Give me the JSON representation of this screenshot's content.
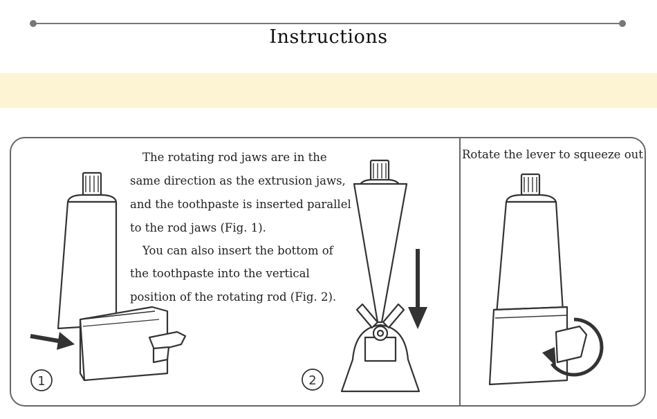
{
  "title": "Instructions",
  "figure1": {
    "number": "1",
    "instructions": [
      "The rotating rod jaws are in the",
      "same direction as the extrusion jaws,",
      "and the toothpaste is inserted parallel",
      "to the rod jaws (Fig. 1).",
      "You can also insert the bottom of",
      "the toothpaste into the vertical",
      "position of the rotating rod (Fig. 2)."
    ]
  },
  "figure2": {
    "number": "2"
  },
  "figure3": {
    "caption": "Rotate the lever to squeeze out"
  },
  "colors": {
    "band": "#fcf4d3",
    "line": "#666666",
    "stroke": "#333333"
  }
}
